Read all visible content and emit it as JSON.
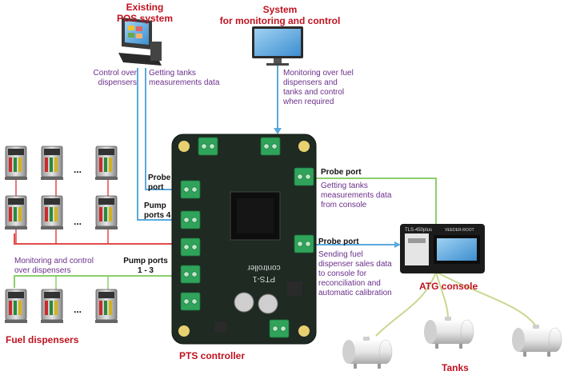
{
  "labels": {
    "pos_title_1": "Existing",
    "pos_title_2": "POS system",
    "mon_title_1": "System",
    "mon_title_2": "for monitoring and control",
    "pos_control_1": "Control over",
    "pos_control_2": "dispensers",
    "pos_tanks_1": "Getting tanks",
    "pos_tanks_2": "measurements data",
    "mon_desc_1": "Monitoring over fuel",
    "mon_desc_2": "dispensers and",
    "mon_desc_3": "tanks and control",
    "mon_desc_4": "when required",
    "probe_port_left_1": "Probe",
    "probe_port_left_2": "port",
    "pump_ports_4_1": "Pump",
    "pump_ports_4_2": "ports 4",
    "monitoring_disp_1": "Monitoring and control",
    "monitoring_disp_2": "over dispensers",
    "pump_ports_13_1": "Pump ports",
    "pump_ports_13_2": "1 - 3",
    "fuel_dispensers": "Fuel dispensers",
    "pts_controller": "PTS controller",
    "probe_port_r1": "Probe port",
    "getting_tanks_1": "Getting tanks",
    "getting_tanks_2": "measurements data",
    "getting_tanks_3": "from console",
    "probe_port_r2": "Probe port",
    "sending_1": "Sending fuel",
    "sending_2": "dispenser sales data",
    "sending_3": "to console for",
    "sending_4": "reconciliation and",
    "sending_5": "automatic calibration",
    "atg_console": "ATG console",
    "tanks": "Tanks",
    "ellipsis": "...",
    "board_text_1": "controller",
    "board_text_2": "PTS-1",
    "atg_brand": "TLS-450plus",
    "atg_logo": "VEEDER-ROOT"
  },
  "colors": {
    "blue_line": "#5aa9dc",
    "red_line": "#e04a4a",
    "green_line": "#8ccf6a",
    "tank_line": "#c8d890",
    "board": "#1e2a22",
    "terminal": "#2fa35a",
    "label_purple": "#6b2f8a",
    "label_red": "#c0121f"
  }
}
